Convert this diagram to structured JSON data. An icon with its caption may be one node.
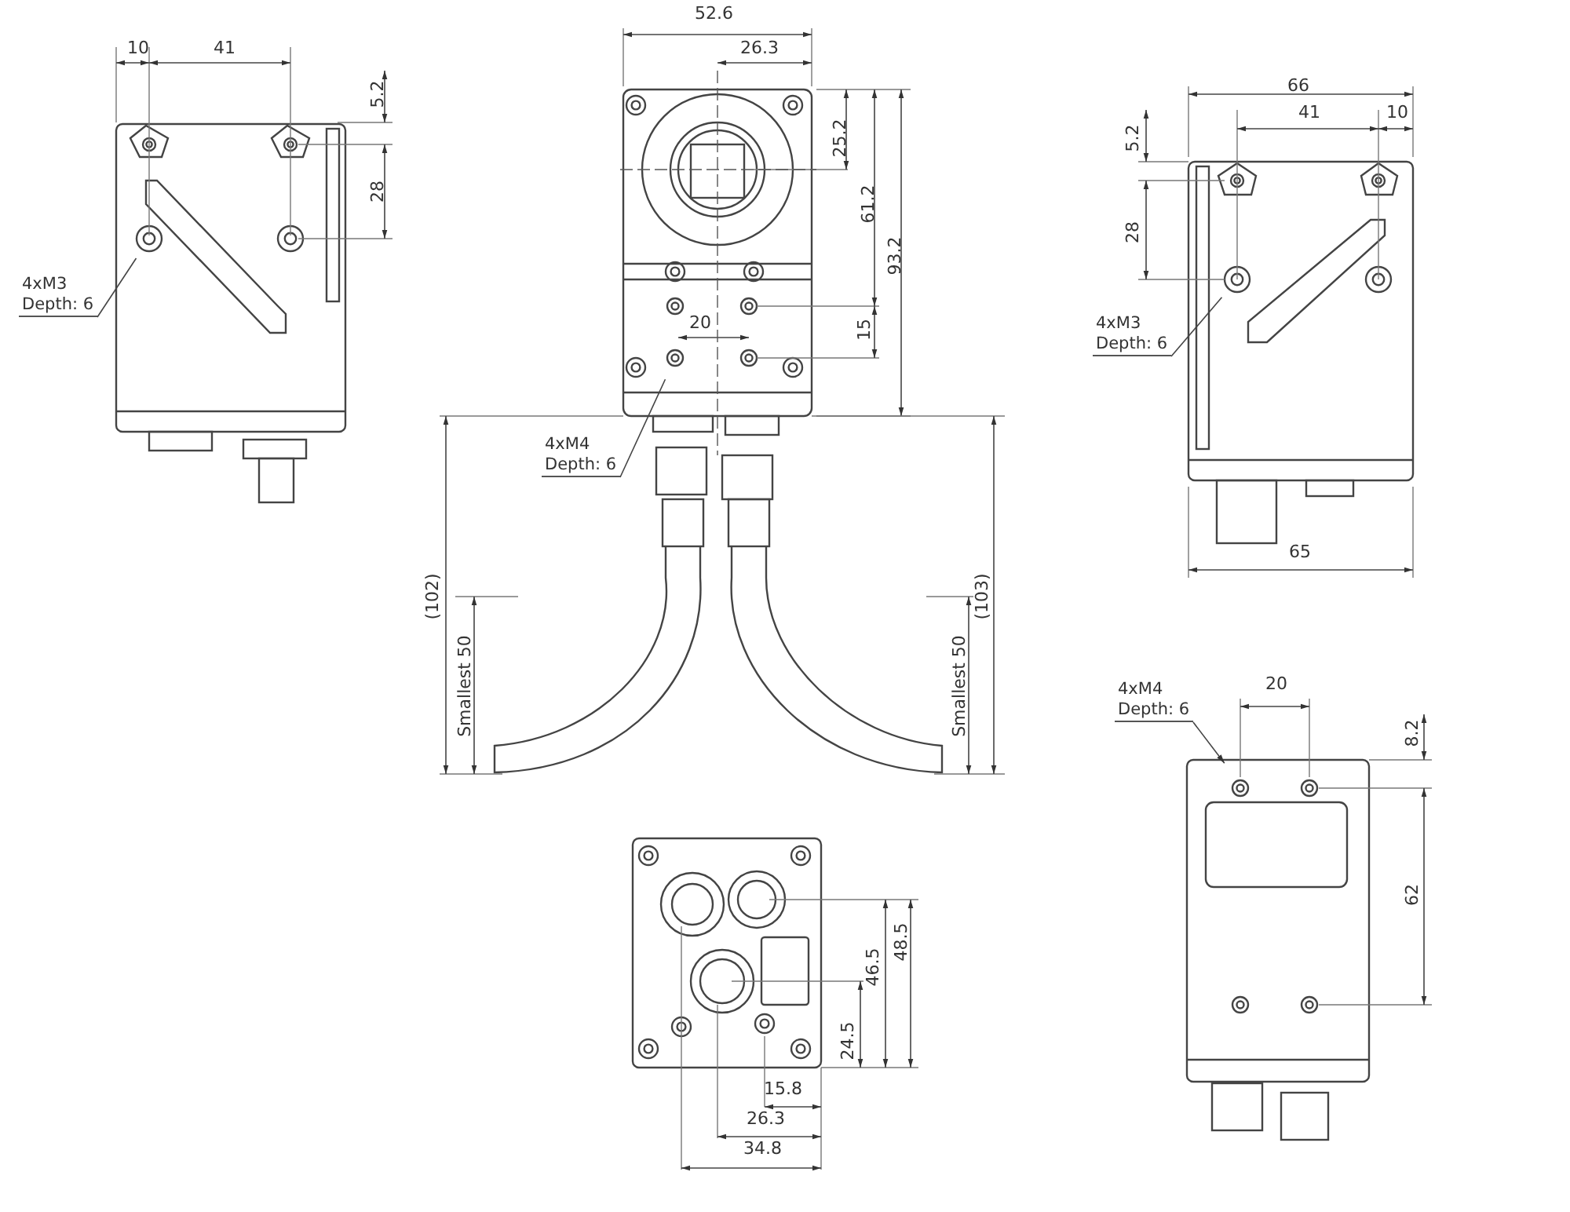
{
  "diagram": {
    "nodes": [
      {
        "text": [
          "4xM3",
          "Depth: 6"
        ]
      },
      {
        "text": [
          "4xM4",
          "Depth: 6"
        ]
      },
      {
        "text": [
          "4xM3",
          "Depth: 6"
        ]
      },
      {
        "text": [
          "4xM4",
          "Depth: 6"
        ]
      }
    ],
    "edges": [
      {
        "from": 0,
        "to": null,
        "arrow": "none"
      },
      {
        "from": 1,
        "to": null,
        "arrow": "none"
      },
      {
        "from": 2,
        "to": null,
        "arrow": "none"
      },
      {
        "from": 3,
        "to": null,
        "arrow": "to"
      }
    ],
    "labels": [
      "10",
      "41",
      "5.2",
      "28",
      "52.6",
      "26.3",
      "25.2",
      "61.2",
      "93.2",
      "15",
      "20",
      "(102)",
      "Smallest 50",
      "(103)",
      "Smallest 50",
      "66",
      "41",
      "10",
      "5.2",
      "28",
      "65",
      "20",
      "8.2",
      "62",
      "46.5",
      "48.5",
      "24.5",
      "15.8",
      "26.3",
      "34.8"
    ]
  }
}
